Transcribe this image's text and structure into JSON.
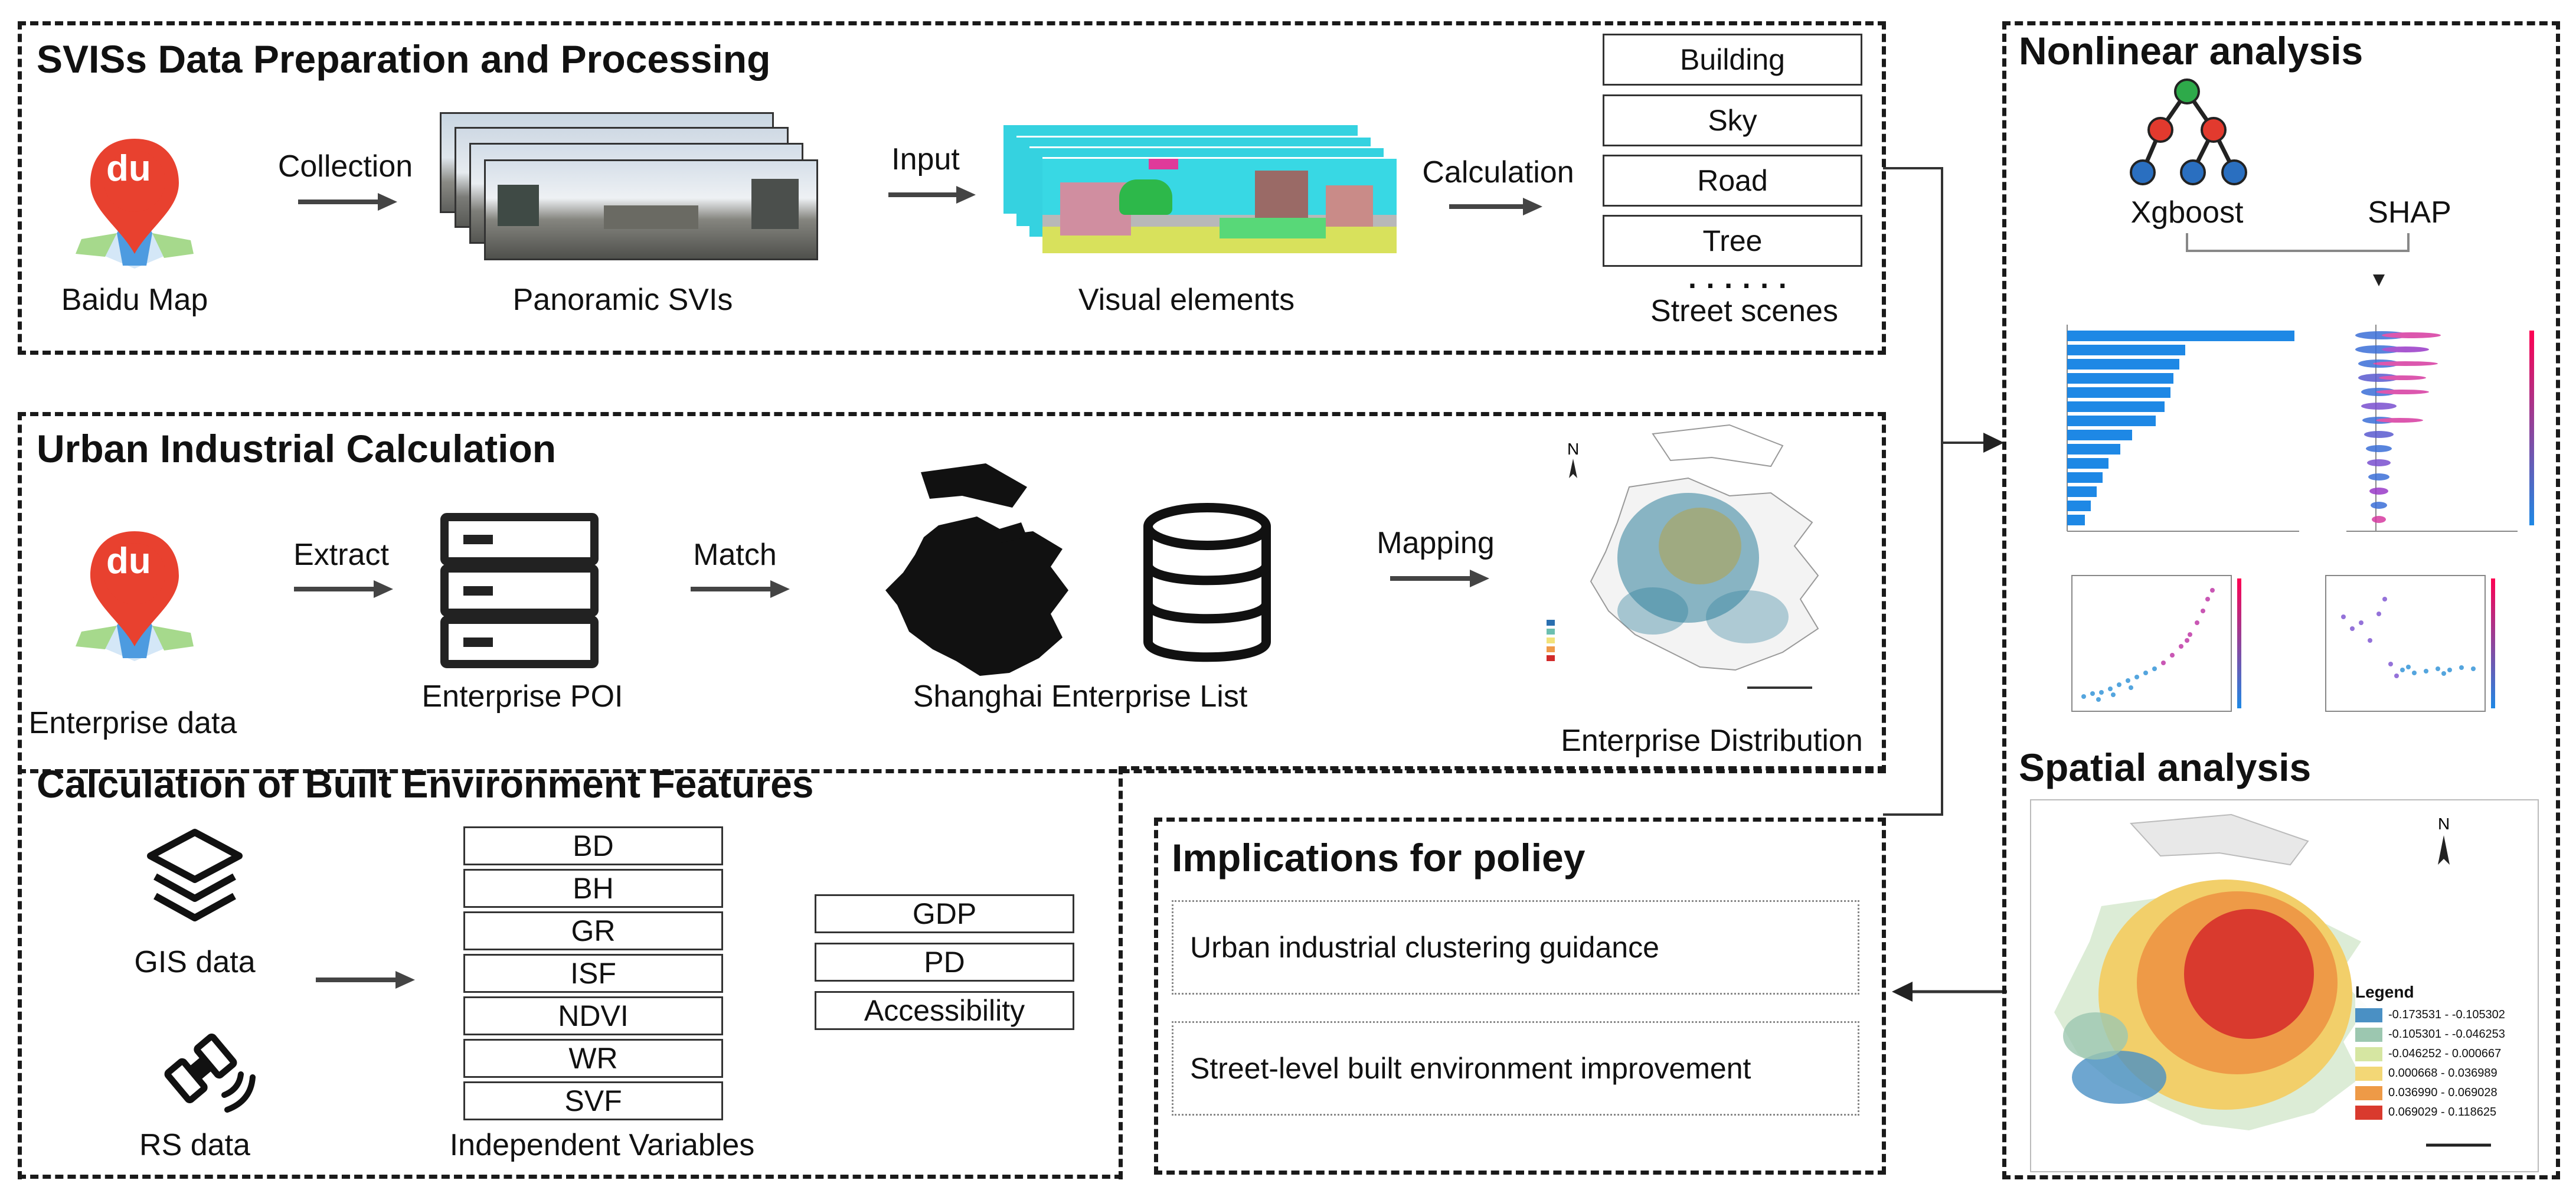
{
  "sections": {
    "svis_title": "SVISs Data Preparation and Processing",
    "urban_title": "Urban Industrial Calculation",
    "built_title": "Calculation of Built Environment Features",
    "nonlinear_title": "Nonlinear analysis",
    "spatial_title": "Spatial analysis",
    "policy_title": "Implications for poliey"
  },
  "svis": {
    "baidu_label": "Baidu Map",
    "collection_label": "Collection",
    "panoramic_label": "Panoramic SVIs",
    "input_label": "Input",
    "visual_label": "Visual elements",
    "calculation_label": "Calculation",
    "street_scenes": [
      "Building",
      "Sky",
      "Road",
      "Tree"
    ],
    "dots": "· · · · · ·",
    "street_label": "Street scenes",
    "logo_text": "du"
  },
  "urban": {
    "enterprise_data_label": "Enterprise data",
    "extract_label": "Extract",
    "poi_label": "Enterprise POI",
    "match_label": "Match",
    "list_label": "Shanghai Enterprise List",
    "mapping_label": "Mapping",
    "distribution_label": "Enterprise Distribution",
    "logo_text": "du"
  },
  "built": {
    "gis_label": "GIS data",
    "rs_label": "RS data",
    "variables": [
      "BD",
      "BH",
      "GR",
      "ISF",
      "NDVI",
      "WR",
      "SVF"
    ],
    "extra_variables": [
      "GDP",
      "PD",
      "Accessibility"
    ],
    "independent_label": "Independent Variables"
  },
  "nonlinear": {
    "xgboost_label": "Xgboost",
    "shap_label": "SHAP"
  },
  "spatial": {
    "legend_title": "Legend",
    "legend_items": [
      {
        "label": "-0.173531 - -0.105302",
        "color": "#4a90c4"
      },
      {
        "label": "-0.105301 - -0.046253",
        "color": "#9cc7b0"
      },
      {
        "label": "-0.046252 - 0.000667",
        "color": "#d6e6a2"
      },
      {
        "label": "0.000668 - 0.036989",
        "color": "#f3d776"
      },
      {
        "label": "0.036990 - 0.069028",
        "color": "#ee9a47"
      },
      {
        "label": "0.069029 - 0.118625",
        "color": "#d93a2e"
      }
    ]
  },
  "policy": {
    "items": [
      "Urban industrial clustering guidance",
      "Street-level built environment improvement"
    ]
  },
  "colors": {
    "tree_root": "#2eaa4a",
    "tree_mid": "#e23a2e",
    "tree_leaf": "#2a6fc0",
    "shap_purple": "#7a4fd0",
    "shap_pink": "#e0407a",
    "bar_blue": "#1e88e5",
    "baidu_red": "#e8412f"
  }
}
